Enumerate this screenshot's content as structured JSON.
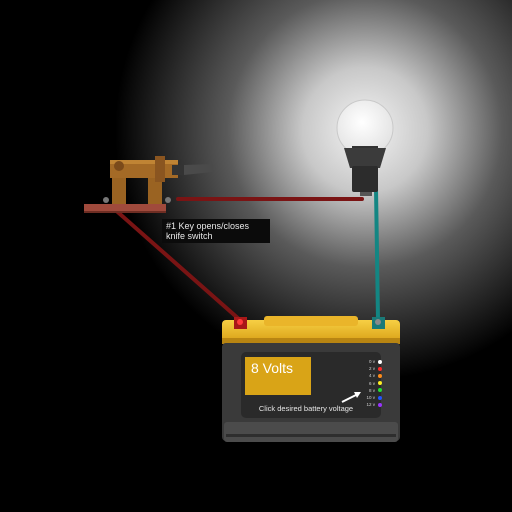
{
  "tooltip": {
    "line1": "#1 Key opens/closes",
    "line2": "knife switch"
  },
  "battery": {
    "display_text": "8 Volts",
    "hint": "Click desired battery voltage",
    "options": [
      {
        "label": "0 v",
        "color": "#ffffff"
      },
      {
        "label": "2 v",
        "color": "#ff2a2a"
      },
      {
        "label": "4 v",
        "color": "#ff8c1a"
      },
      {
        "label": "6 v",
        "color": "#ffee22"
      },
      {
        "label": "8 v",
        "color": "#22dd33"
      },
      {
        "label": "10 v",
        "color": "#2255ff"
      },
      {
        "label": "12 v",
        "color": "#9933ff"
      }
    ],
    "selected_index": 4
  },
  "colors": {
    "positive_wire": "#8b1010",
    "negative_wire": "#0f7f7a",
    "battery_accent": "#e6b21e",
    "battery_body": "#3a3a3a"
  }
}
